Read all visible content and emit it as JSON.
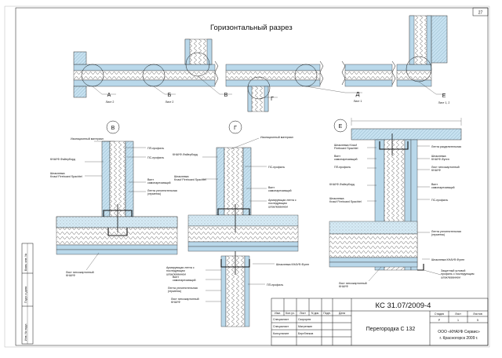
{
  "sheet_number": "27",
  "section_title": "Горизонтальный разрез",
  "plan_markers": [
    {
      "letter": "А",
      "sheet": "Лист 2"
    },
    {
      "letter": "Б",
      "sheet": "Лист 2"
    },
    {
      "letter": "В",
      "sheet": ""
    },
    {
      "letter": "Г",
      "sheet": ""
    },
    {
      "letter": "Д",
      "sheet": "Лист 1"
    },
    {
      "letter": "Е",
      "sheet": "Лист 1, 2"
    }
  ],
  "detail_v": {
    "letter": "В",
    "labels": [
      "Изоляционный материал",
      "ПП-профиль",
      "ПС-профиль",
      "КНАУФ-Файерборд",
      "Шпаклевка\nKnauf Fireboard Spachtel",
      "Винт\nсамонарезающий",
      "Лента уплотнительная\n(герметик)",
      "Лист гипсокартонный\nКНАУФ"
    ]
  },
  "detail_g": {
    "letter": "Г",
    "labels": [
      "Изоляционный материал",
      "КНАУФ-Файерборд",
      "ПС-профиль",
      "Шпаклевка\nKnauf Fireboard Spachtel",
      "Винт\nсамонарезающий",
      "Армирующая лента с\nпоследующим\nшпаклеванием",
      "Шпаклевка КНАУФ-Фуген",
      "Армирующая лента с\nпоследующим\nшпаклеванием",
      "Винт\nсамонарезающий",
      "Лента уплотнительная\n(герметик)",
      "ПП-профиль",
      "Лист гипсокартонный\nКНАУФ"
    ]
  },
  "detail_e": {
    "letter": "Е",
    "labels": [
      "Шпаклевка Knauf\nFireboard Spachtel",
      "Винт\nсамонарезающий",
      "ПП-профиль",
      "КНАУФ-Файерборд",
      "Шпаклевка\nKnauf Fireboard Spachtel",
      "Лента разделительная",
      "Шпаклевка\nКНАУФ-Фуген",
      "Лист гипсокартонный\nКНАУФ",
      "Винт\nсамонарезающий",
      "ПС-профиль",
      "Лента уплотнительная\n(герметик)",
      "Шпаклевка КНАУФ-Фуген",
      "Защитный угловой\nпрофиль с последующим\nшпаклеванием",
      "Лист гипсокартонный\nКНАУФ"
    ]
  },
  "side_stamp": [
    "Взам. инв. №",
    "Подп. и дата",
    "Инв. № подл."
  ],
  "title_block": {
    "code": "КС 31.07/2009-4",
    "name": "Перегородка С 132",
    "header_cells": [
      "Изм.",
      "Кол.уч.",
      "Лист",
      "N док.",
      "Подп.",
      "Дата"
    ],
    "people": [
      {
        "role": "Специалист",
        "name": "Скорорев"
      },
      {
        "role": "Специалист",
        "name": "Матренкин"
      },
      {
        "role": "Консультант",
        "name": "Бергбнеков"
      }
    ],
    "stage_head": [
      "Стадия",
      "Лист",
      "Листов"
    ],
    "stage_vals": [
      "Р",
      "1",
      "5"
    ],
    "org_line1": "ООО «КНАУФ Сервис»",
    "org_line2": "г. Красногорск 2009 г."
  }
}
